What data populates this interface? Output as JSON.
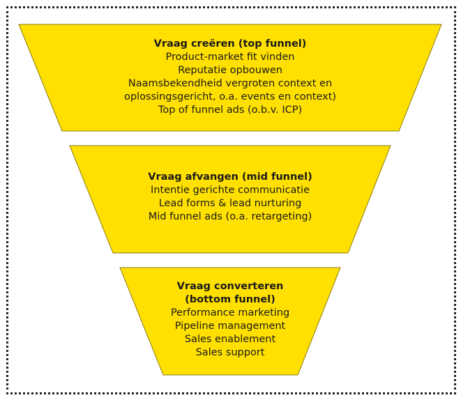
{
  "colors": {
    "fill": "#FFE000",
    "stroke": "#8A7A10",
    "border": "#222222",
    "text": "#1a1a1a"
  },
  "stages": [
    {
      "title": "Vraag creëren (top funnel)",
      "lines": [
        "Product-market fit vinden",
        "Reputatie opbouwen",
        "Naamsbekendheid vergroten context en",
        "oplossingsgericht, o.a. events en context)",
        "Top of funnel ads (o.b.v. ICP)"
      ]
    },
    {
      "title": "Vraag afvangen (mid funnel)",
      "lines": [
        "Intentie gerichte communicatie",
        "Lead forms & lead nurturing",
        "Mid funnel ads (o.a. retargeting)"
      ]
    },
    {
      "title": "Vraag converteren",
      "title2": "(bottom funnel)",
      "lines": [
        "Performance marketing",
        "Pipeline management",
        "Sales enablement",
        "Sales support"
      ]
    }
  ]
}
